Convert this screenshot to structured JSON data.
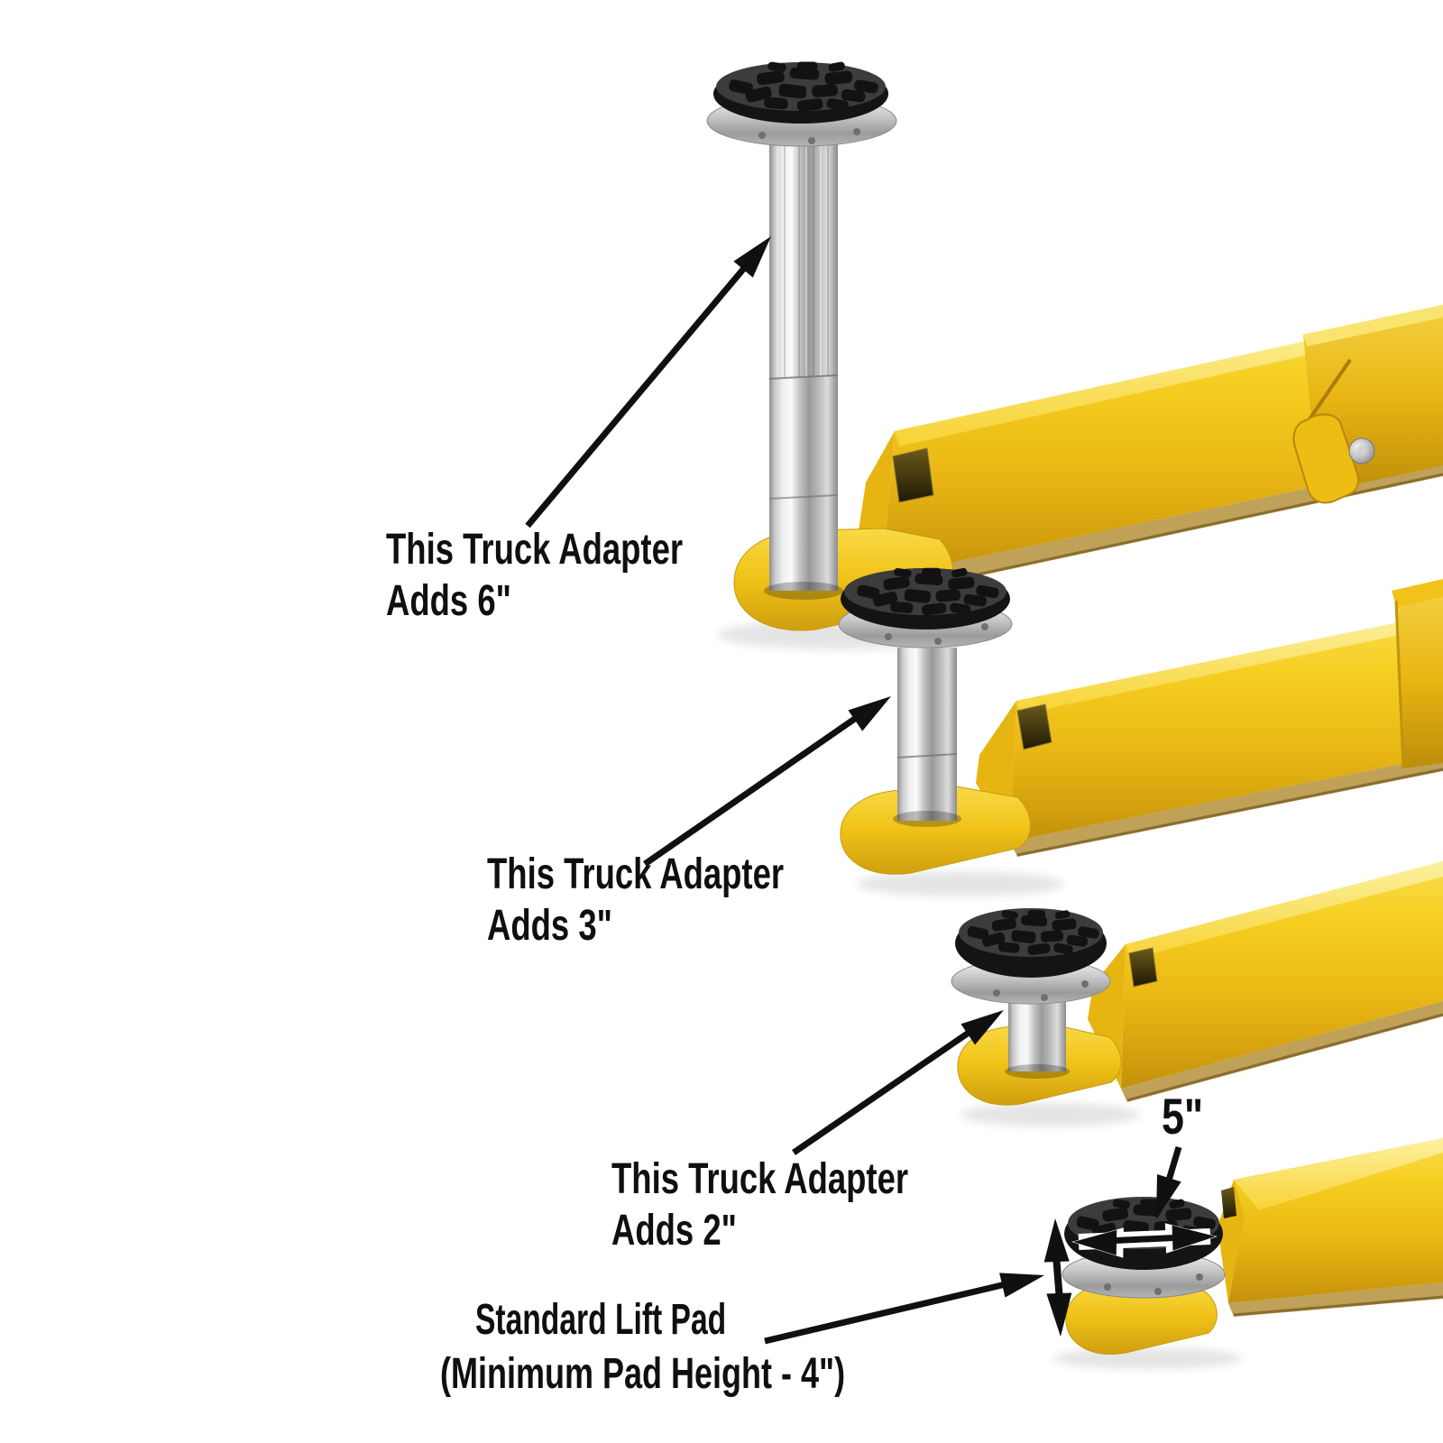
{
  "figure": {
    "type": "product-annotation-diagram",
    "subject": "two-post lift arms with truck adapters and standard lift pad",
    "background": "#ffffff"
  },
  "colors": {
    "arm_yellow": "#f2c71b",
    "arm_yellow_shadow": "#c2910c",
    "underside_tan": "#bfa258",
    "chrome": "#c9c9c9",
    "rubber_pad": "#1a1a1a",
    "annotation_ink": "#101010"
  },
  "annotations": {
    "adapter6": {
      "line1": "This Truck Adapter",
      "line2": "Adds 6\""
    },
    "adapter3": {
      "line1": "This Truck Adapter",
      "line2": "Adds 3\""
    },
    "adapter2": {
      "line1": "This Truck Adapter",
      "line2": "Adds 2\""
    },
    "standard_pad": {
      "line1": "Standard Lift Pad",
      "line2": "(Minimum Pad Height -  4\")"
    },
    "pad_width": "5\""
  }
}
